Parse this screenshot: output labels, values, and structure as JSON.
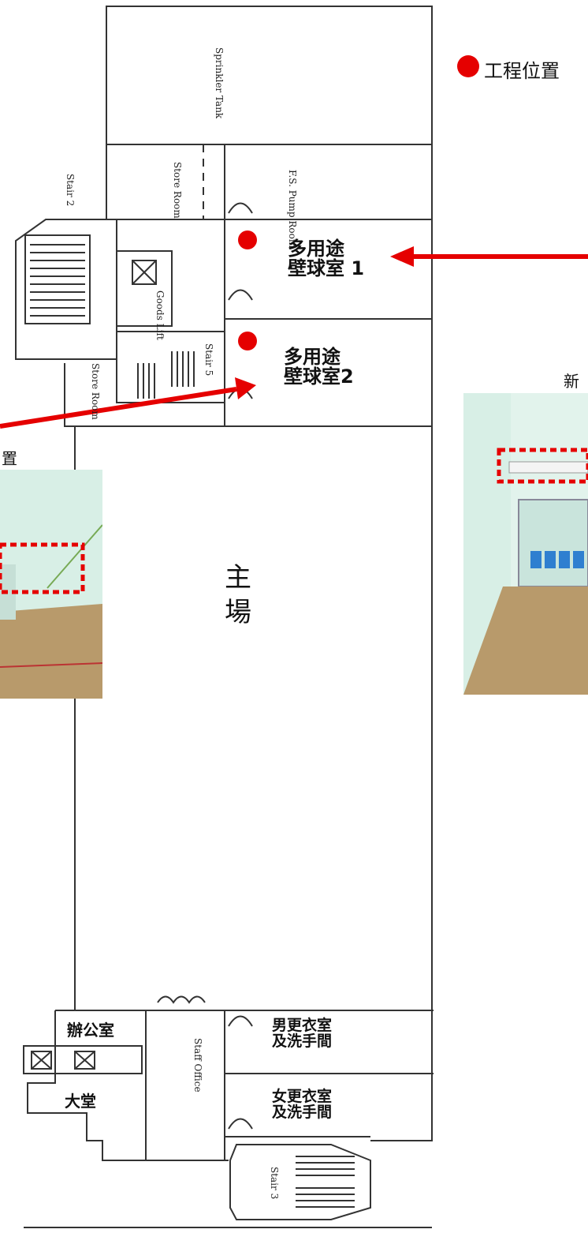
{
  "legend": {
    "marker_color": "#e50000",
    "label": "工程位置"
  },
  "rooms": {
    "sprinkler": "Sprinkler Tank",
    "store_room_top": "Store Room",
    "pump_room": "F.S. Pump Room",
    "stair_2": "Stair 2",
    "squash_1": "多用途\n壁球室 1",
    "squash_2": "多用途\n壁球室2",
    "goods_lift": "Goods Lift",
    "stair_5": "Stair 5",
    "store_room_left": "Store Room",
    "main_hall": "主\n場",
    "office": "辦公室",
    "staff_office": "Staff Office",
    "male_changing": "男更衣室\n及洗手間",
    "female_changing": "女更衣室\n及洗手間",
    "lobby": "大堂",
    "stair_3": "Stair 3"
  },
  "captions": {
    "left_photo": "置",
    "right_photo": "新"
  },
  "colors": {
    "arrow": "#e50000",
    "dashed_box": "#e50000",
    "wall_light": "#d8efe6",
    "floor_wood": "#b89a6b",
    "seat_blue": "#2f7fd0"
  }
}
